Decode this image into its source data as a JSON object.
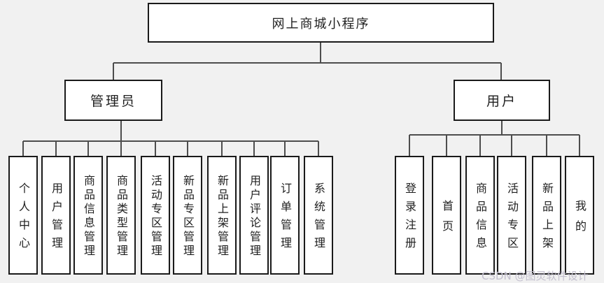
{
  "tree": {
    "root": "网上商城小程序",
    "branches": [
      {
        "label": "管理员",
        "children": [
          "个人中心",
          "用户管理",
          "商品信息管理",
          "商品类型管理",
          "活动专区管理",
          "新品专区管理",
          "新品上架管理",
          "用户评论管理",
          "订单管理",
          "系统管理"
        ]
      },
      {
        "label": "用户",
        "children": [
          "登录注册",
          "首页",
          "商品信息",
          "活动专区",
          "新品上架",
          "我的"
        ]
      }
    ]
  },
  "watermark": "CSDN @图灵软件设计",
  "colors": {
    "background": "#f1f1f1",
    "box_fill": "#ffffff",
    "box_border": "#1a1a1a",
    "connector": "#4d4d4d",
    "watermark_text": "#c3bfce"
  }
}
